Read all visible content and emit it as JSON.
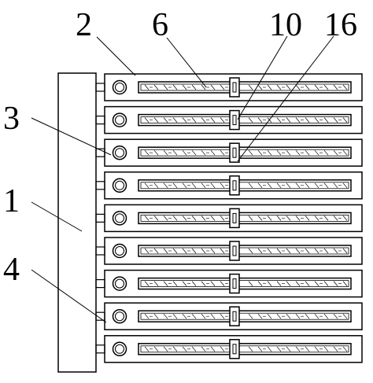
{
  "figure": {
    "background_color": "#ffffff",
    "line_color": "#000000",
    "labels": [
      {
        "id": "label-2",
        "text": "2"
      },
      {
        "id": "label-6",
        "text": "6"
      },
      {
        "id": "label-10",
        "text": "10"
      },
      {
        "id": "label-16",
        "text": "16"
      },
      {
        "id": "label-3",
        "text": "3"
      },
      {
        "id": "label-1",
        "text": "1"
      },
      {
        "id": "label-4",
        "text": "4"
      }
    ],
    "tray_count": 9,
    "parts": {
      "main_frame": "1",
      "tray_plate": "2",
      "tube_connector": "3",
      "hinge_bracket": "4",
      "heating_element": "6",
      "center_clip": "10",
      "clip_slot": "16"
    }
  }
}
